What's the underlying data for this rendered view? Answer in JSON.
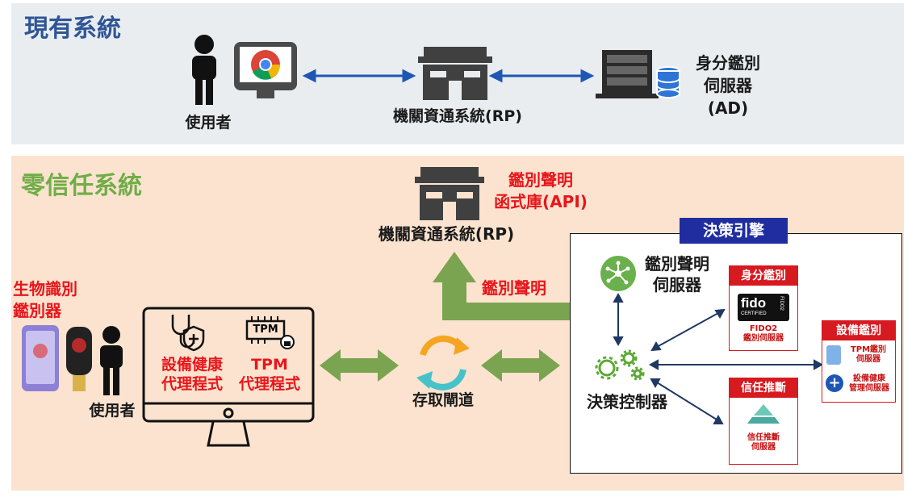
{
  "top": {
    "title": "現有系統",
    "user_label": "使用者",
    "rp_label": "機關資通系統(RP)",
    "auth_server_line1": "身分鑑別",
    "auth_server_line2": "伺服器",
    "auth_server_line3": "(AD)"
  },
  "bottom": {
    "title": "零信任系統",
    "rp_label": "機關資通系統(RP)",
    "api_line1": "鑑別聲明",
    "api_line2": "函式庫(API)",
    "assertion_arrow_label": "鑑別聲明",
    "biometric_line1": "生物識別",
    "biometric_line2": "鑑別器",
    "user_label": "使用者",
    "device_health_agent_line1": "設備健康",
    "device_health_agent_line2": "代理程式",
    "tpm_agent_line1": "TPM",
    "tpm_agent_line2": "代理程式",
    "tpm_chip": "TPM",
    "gateway_label": "存取閘道",
    "engine": {
      "title": "決策引擎",
      "assertion_server_line1": "鑑別聲明",
      "assertion_server_line2": "伺服器",
      "controller_label": "決策控制器",
      "identity_box": {
        "header": "身分鑑別",
        "fido_logo": "fido",
        "fido_certified": "CERTIFIED",
        "fido_side": "FIDO2",
        "caption_line1": "FIDO2",
        "caption_line2": "鑑別伺服器"
      },
      "device_box": {
        "header": "設備鑑別",
        "tpm_line1": "TPM鑑別",
        "tpm_line2": "伺服器",
        "health_line1": "設備健康",
        "health_line2": "管理伺服器"
      },
      "trust_box": {
        "header": "信任推斷",
        "caption_line1": "信任推斷",
        "caption_line2": "伺服器"
      }
    }
  },
  "colors": {
    "top_title": "#2f5597",
    "bottom_title": "#70ad47",
    "arrow_green": "#7aa44f",
    "arrow_blue": "#1f56b4",
    "dark_arrow": "#1f3864",
    "accent_red": "#d71920"
  }
}
